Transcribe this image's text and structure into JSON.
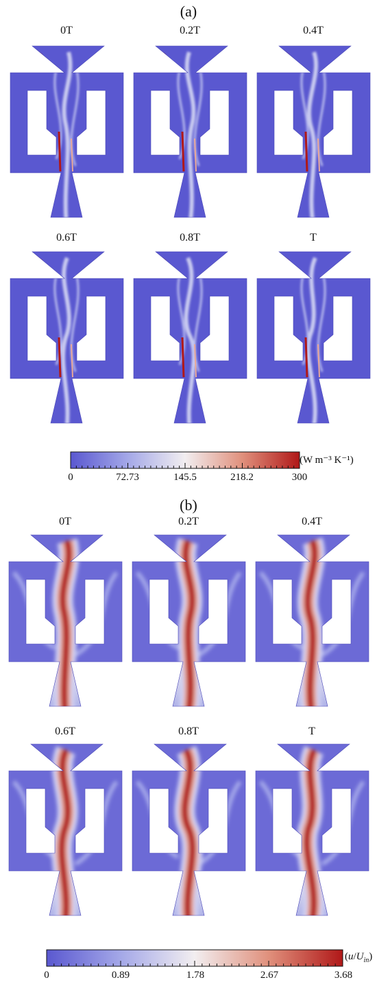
{
  "panels": [
    {
      "label": "(a)",
      "frames": [
        "0T",
        "0.2T",
        "0.4T",
        "0.6T",
        "0.8T",
        "T"
      ],
      "colorbar": {
        "ticks": [
          "0",
          "72.73",
          "145.5",
          "218.2",
          "300"
        ],
        "unit": "(W m⁻³ K⁻¹)"
      },
      "field": "hotspot"
    },
    {
      "label": "(b)",
      "frames": [
        "0T",
        "0.2T",
        "0.4T",
        "0.6T",
        "0.8T",
        "T"
      ],
      "colorbar": {
        "ticks": [
          "0",
          "0.89",
          "1.78",
          "2.67",
          "3.68"
        ],
        "unit": "(u/U_in)"
      },
      "field": "jet"
    }
  ],
  "colormap": {
    "low": "#5a58d0",
    "mid": "#f2eef0",
    "high": "#b01818"
  }
}
